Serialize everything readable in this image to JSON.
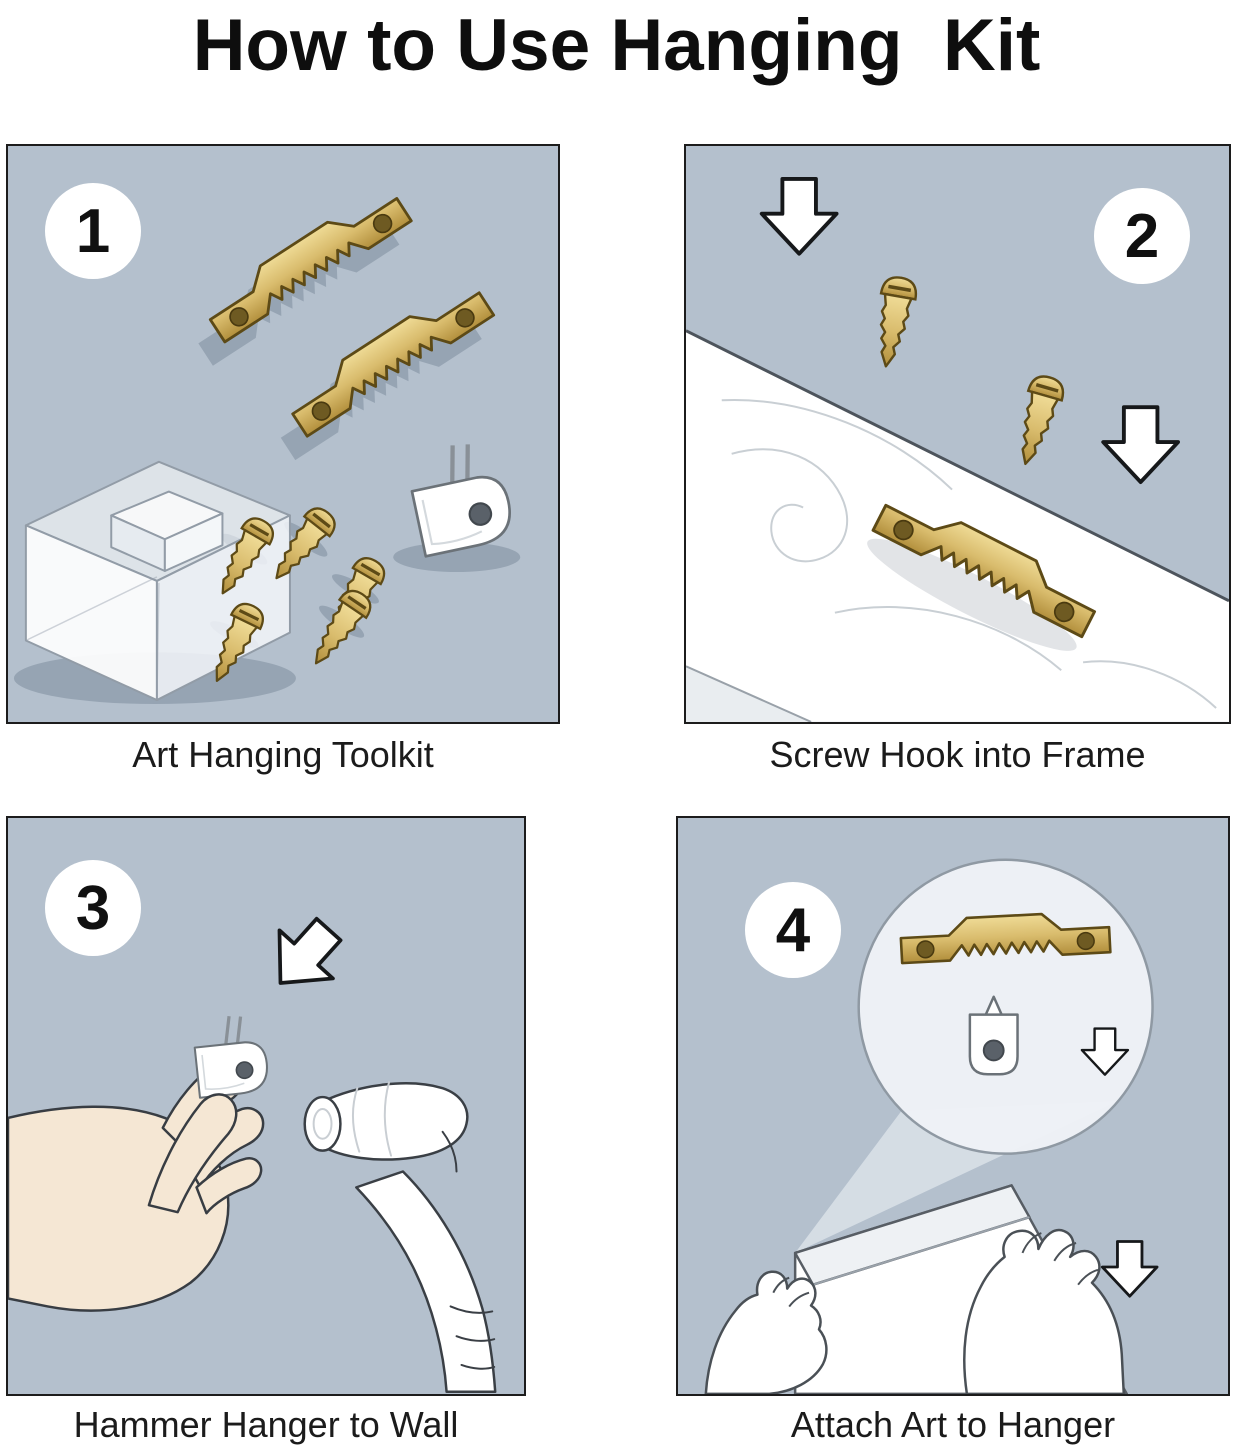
{
  "title": "How to Use Hanging  Kit",
  "colors": {
    "background": "#ffffff",
    "panel_background": "#b4c0cd",
    "panel_border": "#1c1c1c",
    "brass": "#d9bc6d",
    "brass_outline": "#5d4a16",
    "text": "#111111",
    "white_objects": "#ffffff",
    "skin": "#f5e7d4"
  },
  "steps": [
    {
      "number": "1",
      "caption": "Art Hanging Toolkit",
      "illustration": "kit contents: two sawtooth hangers, five screws, nail-in wall hook, clear storage box"
    },
    {
      "number": "2",
      "caption": "Screw Hook into Frame",
      "illustration": "sawtooth hanger laid on wooden frame board, two screws above with down arrows"
    },
    {
      "number": "3",
      "caption": "Hammer Hanger to Wall",
      "illustration": "hand holding nail-in hook against wall, hammer about to strike, arrow toward hook"
    },
    {
      "number": "4",
      "caption": "Attach Art to Hanger",
      "illustration": "hands lowering framed art onto wall hook, magnified detail of sawtooth hanger over hook"
    }
  ]
}
